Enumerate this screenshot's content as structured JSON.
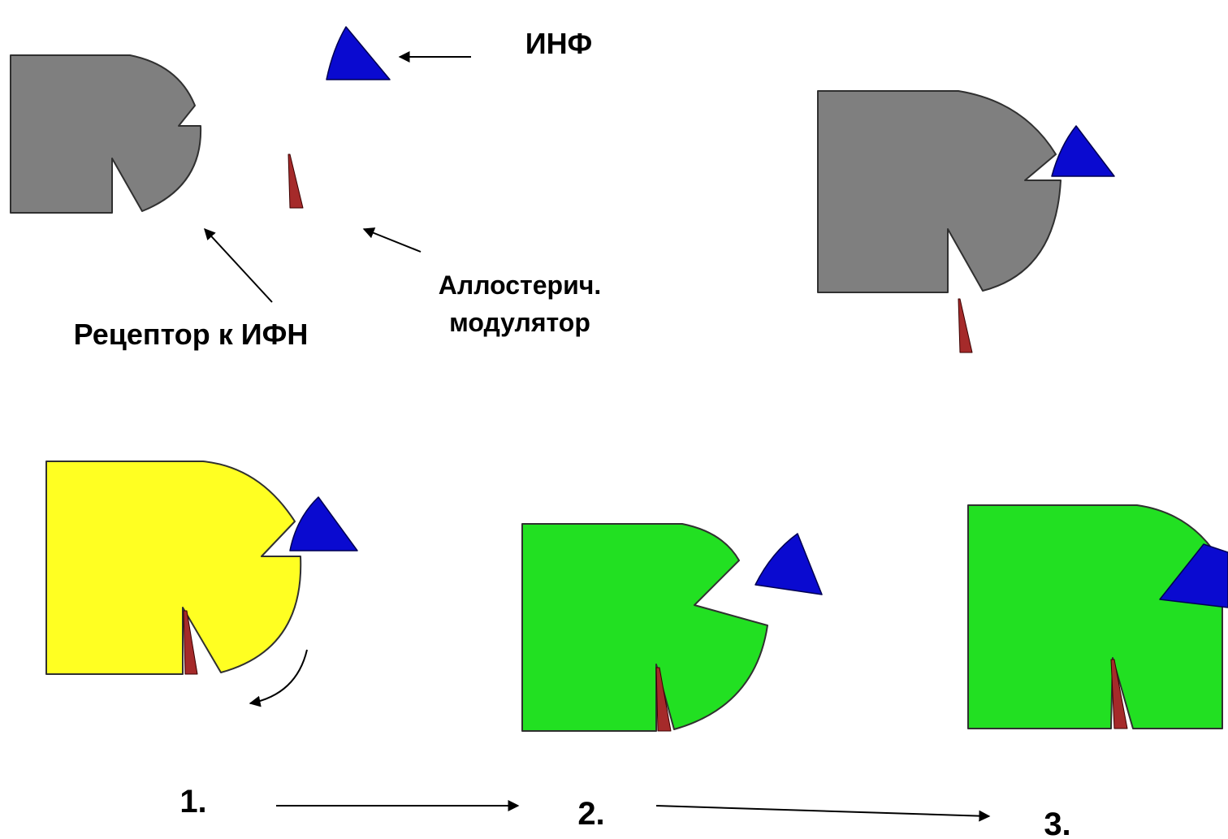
{
  "labels": {
    "ligand": "ИНФ",
    "receptor": "Рецептор к ИФН",
    "modulator_line1": "Аллостерич.",
    "modulator_line2": "модулятор",
    "step1": "1.",
    "step2": "2.",
    "step3": "3."
  },
  "colors": {
    "receptor_inactive": "#7f7f7f",
    "receptor_intermediate": "#ffff22",
    "receptor_active": "#22e022",
    "ligand": "#0a0ad0",
    "modulator": "#a52a2a",
    "text": "#000000"
  },
  "icons": {
    "receptor": "pacman-receptor-shape",
    "ligand": "triangle-wedge",
    "modulator": "thin-wedge",
    "pointer": "arrow"
  }
}
